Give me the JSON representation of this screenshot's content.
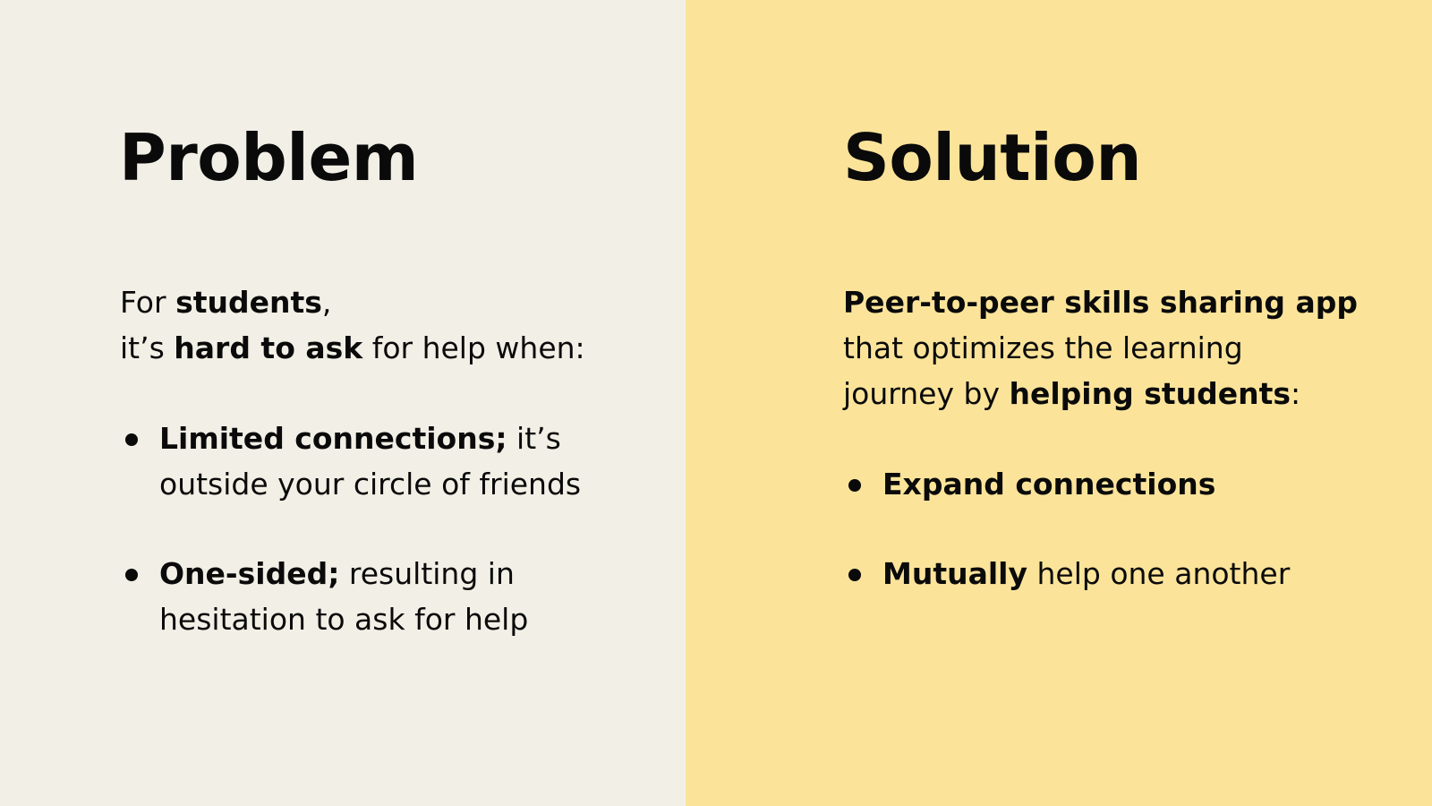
{
  "slide": {
    "colors": {
      "left_background": "#f2f0e6",
      "right_background": "#fbe49a",
      "text": "#0a0a0a"
    },
    "problem": {
      "title": "Problem",
      "intro": {
        "line1": {
          "pre": "For ",
          "bold": "students",
          "post": ","
        },
        "line2": {
          "pre": "it’s ",
          "bold": "hard to ask",
          "post": " for help when:"
        }
      },
      "bullets": [
        {
          "bold": "Limited connections;",
          "text_line1": " it’s",
          "text_line2": "outside your circle of friends"
        },
        {
          "bold": "One-sided;",
          "text_line1": " resulting in",
          "text_line2": "hesitation to ask for help"
        }
      ]
    },
    "solution": {
      "title": "Solution",
      "intro": {
        "line1": {
          "bold": "Peer-to-peer skills sharing app"
        },
        "line2": {
          "text": "that optimizes the learning"
        },
        "line3": {
          "pre": "journey by ",
          "bold": "helping students",
          "post": ":"
        }
      },
      "bullets": [
        {
          "bold": "Expand connections",
          "text": ""
        },
        {
          "bold": "Mutually",
          "text": " help one another"
        }
      ]
    }
  }
}
